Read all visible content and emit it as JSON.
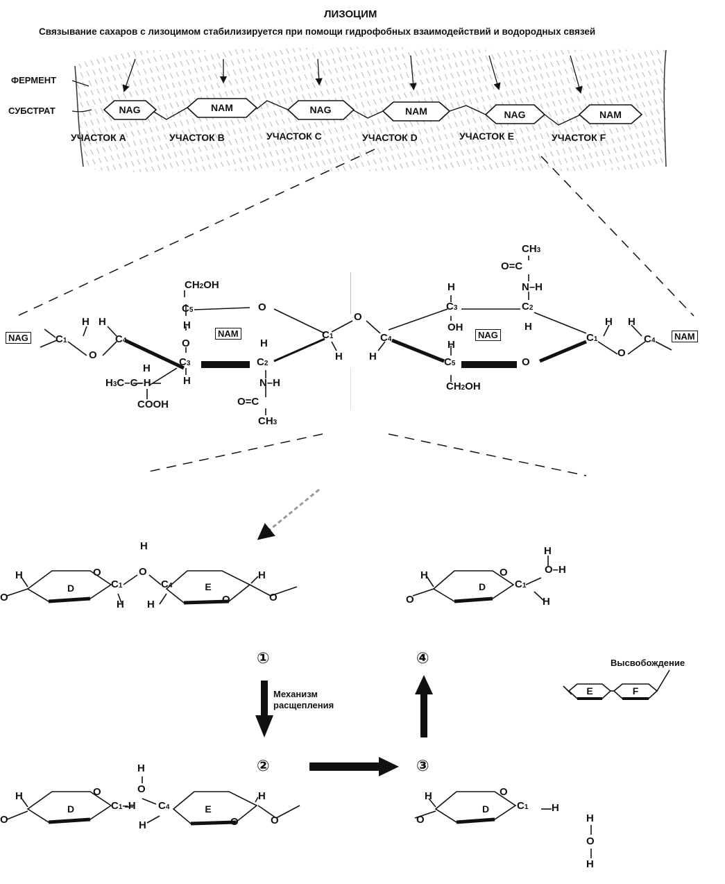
{
  "header": {
    "title": "ЛИЗОЦИМ",
    "subtitle": "Связывание сахаров с лизоцимом стабилизируется при помощи гидрофобных взаимодействий и водородных связей",
    "label_enzyme": "ФЕРМЕНТ",
    "label_substrate": "СУБСТРАТ"
  },
  "chain": {
    "units": [
      "NAG",
      "NAM",
      "NAG",
      "NAM",
      "NAG",
      "NAM"
    ],
    "sites": [
      "УЧАСТОК A",
      "УЧАСТОК B",
      "УЧАСТОК C",
      "УЧАСТОК D",
      "УЧАСТОК E",
      "УЧАСТОК F"
    ]
  },
  "middle": {
    "box_left": "NAG",
    "box_nam": "NAM",
    "box_nag": "NAG",
    "box_right": "NAM",
    "ch2oh_top": "CH",
    "oh_top": "OH",
    "o_ring_left": "O",
    "o_bridge": "O",
    "o_ring_right": "O",
    "o_left": "O",
    "o_right": "O",
    "h3c": "H",
    "cooh": "COOH",
    "nh_left": "N–H",
    "o_eq_c_left": "O=C",
    "ch3_left": "CH",
    "ch3_right": "CH",
    "o_eq_c_right": "O=C",
    "nh_right": "N–H",
    "ch2oh_bottom": "CH",
    "oh_right": "OH",
    "h": "H"
  },
  "lower": {
    "step1": "①",
    "step2": "②",
    "step3": "③",
    "step4": "④",
    "mechanism": "Механизм расщепления",
    "release": "Высвобождение",
    "ring_d": "D",
    "ring_e": "E",
    "ring_f": "F",
    "h": "H",
    "o": "O"
  }
}
